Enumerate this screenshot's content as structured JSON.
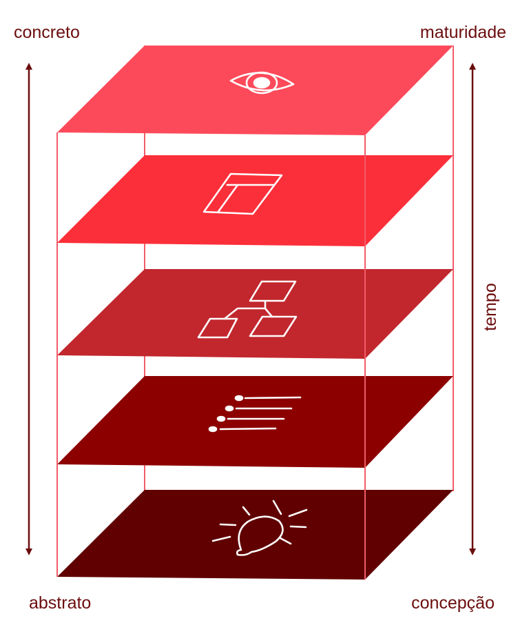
{
  "labels": {
    "top_left": "concreto",
    "top_right": "maturidade",
    "bottom_left": "abstrato",
    "bottom_right": "concepção",
    "time_axis": "tempo"
  },
  "colors": {
    "text": "#6b0d0d",
    "frame": "#f25c68",
    "layers": [
      "#fd4a5a",
      "#fb2f3a",
      "#c1272d",
      "#8c0000",
      "#600000"
    ]
  },
  "layers": [
    {
      "icon": "eye-icon"
    },
    {
      "icon": "layout-wireframe-icon"
    },
    {
      "icon": "flowchart-icon"
    },
    {
      "icon": "bullet-list-icon"
    },
    {
      "icon": "lightbulb-icon"
    }
  ]
}
